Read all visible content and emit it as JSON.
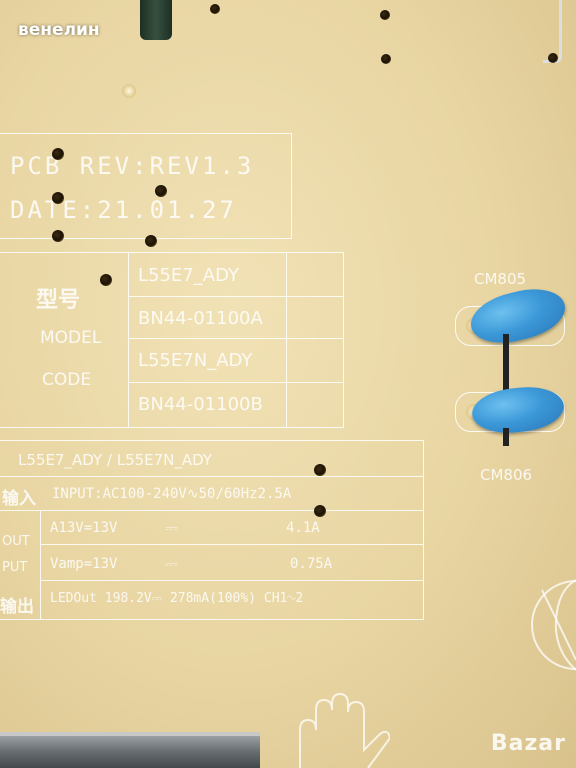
{
  "watermark": "венелин",
  "pcb_rev": "PCB REV:REV1.3",
  "date": "DATE:21.01.27",
  "model_table": {
    "label_cn": "型号",
    "label_model": "MODEL",
    "label_code": "CODE",
    "rows": [
      "L55E7_ADY",
      "BN44-01100A",
      "L55E7N_ADY",
      "BN44-01100B"
    ]
  },
  "capacitors": {
    "top_label": "CM805",
    "bottom_label": "CM806",
    "color": "#3c98d8"
  },
  "specs": {
    "models": "L55E7_ADY / L55E7N_ADY",
    "input_cn": "输入",
    "input": "INPUT:AC100-240V∿50/60Hz2.5A",
    "output_cn": "输出",
    "out_label_1": "OUT",
    "out_label_2": "PUT",
    "row1_name": "A13V=13V",
    "row1_value": "4.1A",
    "row2_name": "Vamp=13V",
    "row2_value": "0.75A",
    "dc_symbol": "⎓",
    "row3": "LEDOut 198.2V⎓ 278mA(100%) CH1∿2"
  },
  "brand": "Bazar"
}
